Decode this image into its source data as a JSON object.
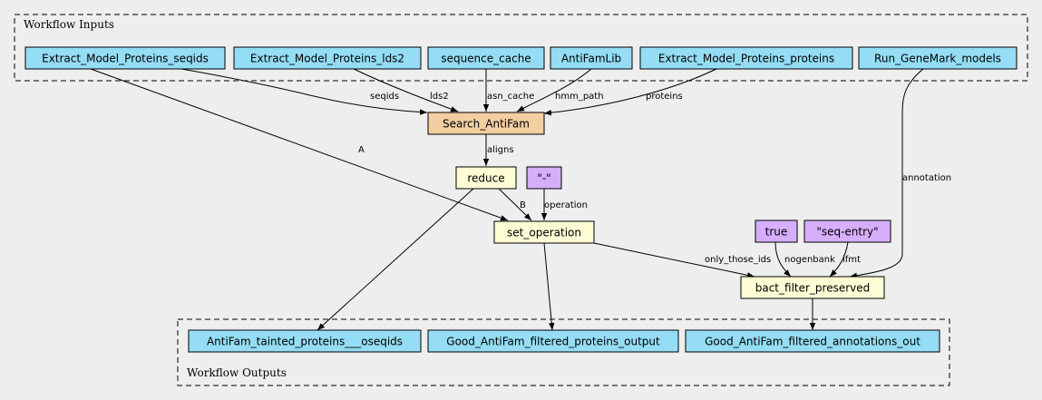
{
  "clusters": {
    "inputs": "Workflow Inputs",
    "outputs": "Workflow Outputs"
  },
  "nodes": {
    "extract_seqids": "Extract_Model_Proteins_seqids",
    "extract_lds2": "Extract_Model_Proteins_lds2",
    "sequence_cache": "sequence_cache",
    "antifamlib": "AntiFamLib",
    "extract_proteins": "Extract_Model_Proteins_proteins",
    "run_genemark": "Run_GeneMark_models",
    "search_antifam": "Search_AntiFam",
    "reduce": "reduce",
    "dash_const": "\"-\"",
    "set_operation": "set_operation",
    "true_const": "true",
    "seq_entry_const": "\"seq-entry\"",
    "bact_filter": "bact_filter_preserved",
    "tainted_out": "AntiFam_tainted_proteins___oseqids",
    "good_proteins_out": "Good_AntiFam_filtered_proteins_output",
    "good_annotations_out": "Good_AntiFam_filtered_annotations_out"
  },
  "edges": {
    "seqids": "seqids",
    "lds2": "lds2",
    "asn_cache": "asn_cache",
    "hmm_path": "hmm_path",
    "proteins": "proteins",
    "aligns": "aligns",
    "a": "A",
    "b": "B",
    "operation": "operation",
    "annotation": "annotation",
    "only_those_ids": "only_those_ids",
    "nogenbank": "nogenbank",
    "ifmt": "ifmt"
  },
  "colors": {
    "io_node": "#94ddf4",
    "tool_node": "#f3cea1",
    "expression_node": "#fdfcd4",
    "constant_node": "#d5aefc",
    "background": "#eeeeee"
  }
}
